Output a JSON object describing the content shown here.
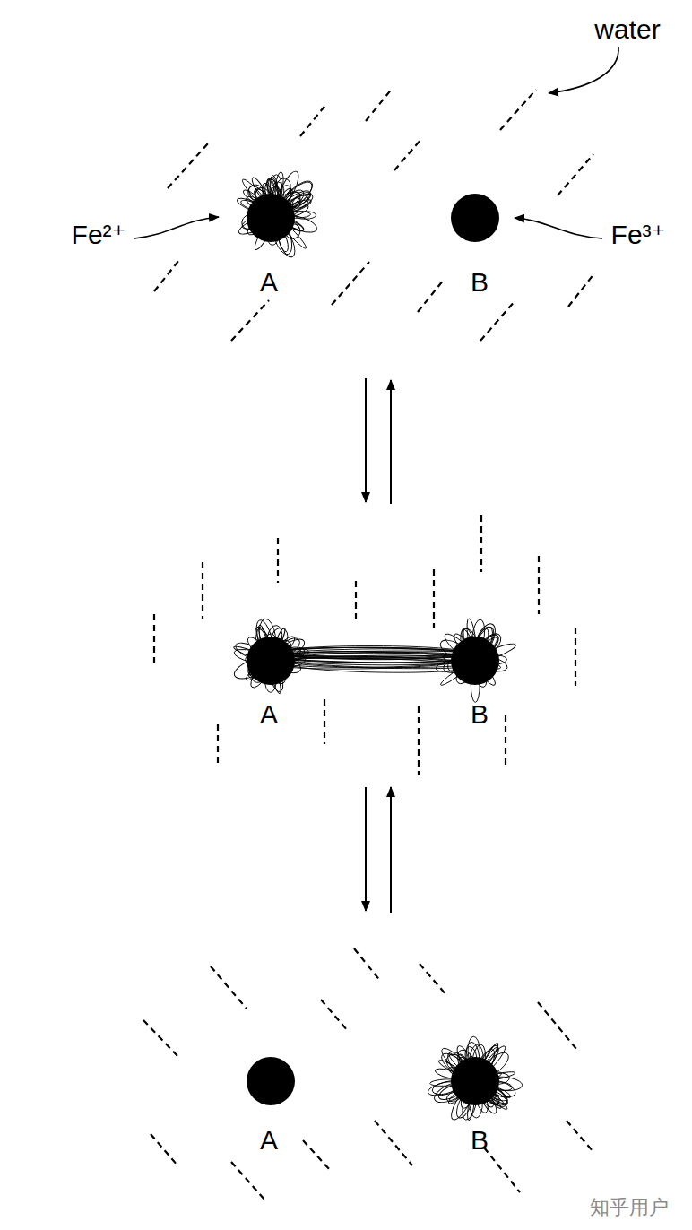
{
  "diagram": {
    "labels": [
      "water",
      "Fe²⁺",
      "Fe³⁺",
      "A",
      "B",
      "A",
      "B",
      "A",
      "B",
      "知乎用户"
    ]
  }
}
